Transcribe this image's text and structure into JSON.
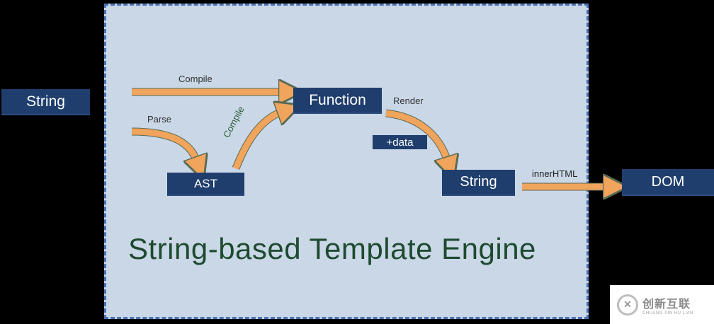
{
  "nodes": {
    "string_in": "String",
    "function": "Function",
    "ast": "AST",
    "string_out": "String",
    "dom": "DOM"
  },
  "tags": {
    "data": "+data"
  },
  "edges": {
    "compile_top": "Compile",
    "parse": "Parse",
    "compile_diag": "Compile",
    "render": "Render",
    "innerhtml": "innerHTML"
  },
  "title": "String-based Template Engine",
  "watermark": {
    "main": "创新互联",
    "sub": "CHUANG XIN HU LIAN"
  },
  "colors": {
    "frame_fill": "#c9d7e6",
    "frame_border": "#4a72b4",
    "node_fill": "#1f3e6d",
    "arrow_fill": "#f0a45c",
    "arrow_stroke": "#5a6a55",
    "title_color": "#1e4a30"
  }
}
